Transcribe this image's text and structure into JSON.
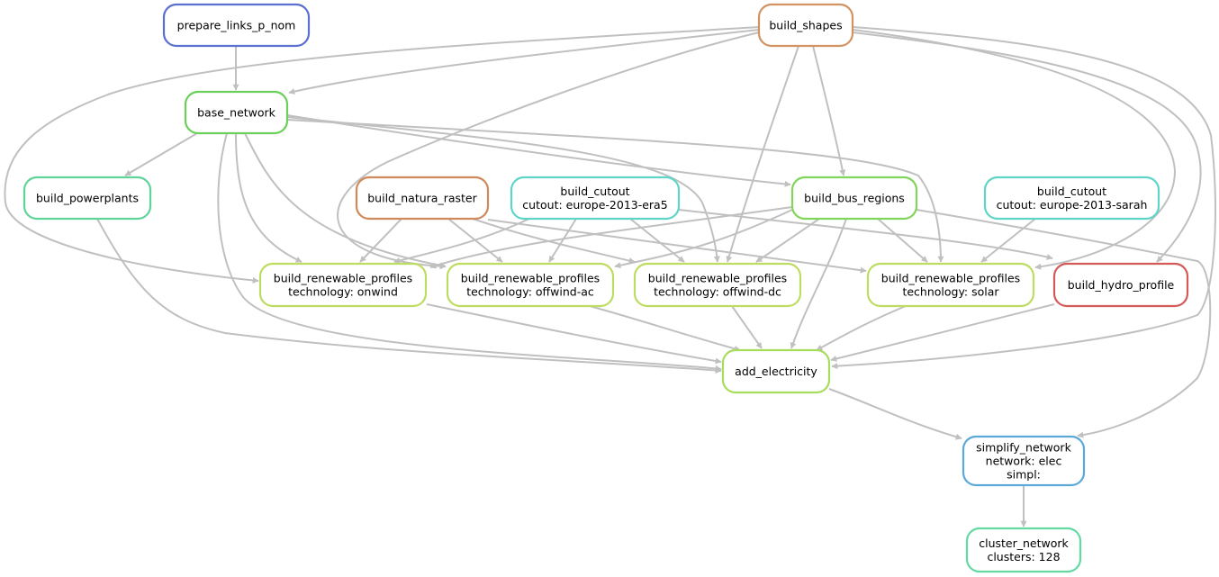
{
  "colors": {
    "edge": "#c0c0c0",
    "blue": "#5a6fd1",
    "orange": "#d39261",
    "green": "#6ad05a",
    "mint": "#5fd49a",
    "brown": "#cf8a5c",
    "teal": "#5fd5c8",
    "lime_green": "#7fd65a",
    "yellow_green": "#bfdc62",
    "red": "#d35a5a",
    "light_green": "#a8dc5c",
    "sky_blue": "#5aa9d8",
    "sea_green": "#64d9a2"
  },
  "nodes": [
    {
      "id": "prepare_links_p_nom",
      "lines": [
        "prepare_links_p_nom"
      ],
      "color": "blue"
    },
    {
      "id": "build_shapes",
      "lines": [
        "build_shapes"
      ],
      "color": "orange"
    },
    {
      "id": "base_network",
      "lines": [
        "base_network"
      ],
      "color": "green"
    },
    {
      "id": "build_powerplants",
      "lines": [
        "build_powerplants"
      ],
      "color": "mint"
    },
    {
      "id": "build_natura_raster",
      "lines": [
        "build_natura_raster"
      ],
      "color": "brown"
    },
    {
      "id": "build_cutout_era5",
      "lines": [
        "build_cutout",
        "cutout: europe-2013-era5"
      ],
      "color": "teal"
    },
    {
      "id": "build_bus_regions",
      "lines": [
        "build_bus_regions"
      ],
      "color": "lime_green"
    },
    {
      "id": "build_cutout_sarah",
      "lines": [
        "build_cutout",
        "cutout: europe-2013-sarah"
      ],
      "color": "teal"
    },
    {
      "id": "brp_onwind",
      "lines": [
        "build_renewable_profiles",
        "technology: onwind"
      ],
      "color": "yellow_green"
    },
    {
      "id": "brp_offwind_ac",
      "lines": [
        "build_renewable_profiles",
        "technology: offwind-ac"
      ],
      "color": "yellow_green"
    },
    {
      "id": "brp_offwind_dc",
      "lines": [
        "build_renewable_profiles",
        "technology: offwind-dc"
      ],
      "color": "yellow_green"
    },
    {
      "id": "brp_solar",
      "lines": [
        "build_renewable_profiles",
        "technology: solar"
      ],
      "color": "yellow_green"
    },
    {
      "id": "build_hydro_profile",
      "lines": [
        "build_hydro_profile"
      ],
      "color": "red"
    },
    {
      "id": "add_electricity",
      "lines": [
        "add_electricity"
      ],
      "color": "light_green"
    },
    {
      "id": "simplify_network",
      "lines": [
        "simplify_network",
        "network: elec",
        "simpl:"
      ],
      "color": "sky_blue"
    },
    {
      "id": "cluster_network",
      "lines": [
        "cluster_network",
        "clusters: 128"
      ],
      "color": "sea_green"
    }
  ],
  "edges": [
    [
      "prepare_links_p_nom",
      "base_network"
    ],
    [
      "build_shapes",
      "base_network"
    ],
    [
      "build_shapes",
      "build_bus_regions"
    ],
    [
      "build_shapes",
      "brp_onwind"
    ],
    [
      "build_shapes",
      "brp_offwind_ac"
    ],
    [
      "build_shapes",
      "brp_offwind_dc"
    ],
    [
      "build_shapes",
      "brp_solar"
    ],
    [
      "build_shapes",
      "build_hydro_profile"
    ],
    [
      "build_shapes",
      "add_electricity"
    ],
    [
      "base_network",
      "build_powerplants"
    ],
    [
      "base_network",
      "build_bus_regions"
    ],
    [
      "base_network",
      "brp_onwind"
    ],
    [
      "base_network",
      "brp_offwind_ac"
    ],
    [
      "base_network",
      "brp_offwind_dc"
    ],
    [
      "base_network",
      "brp_solar"
    ],
    [
      "base_network",
      "add_electricity"
    ],
    [
      "build_powerplants",
      "add_electricity"
    ],
    [
      "build_natura_raster",
      "brp_onwind"
    ],
    [
      "build_natura_raster",
      "brp_offwind_ac"
    ],
    [
      "build_natura_raster",
      "brp_offwind_dc"
    ],
    [
      "build_natura_raster",
      "brp_solar"
    ],
    [
      "build_cutout_era5",
      "brp_onwind"
    ],
    [
      "build_cutout_era5",
      "brp_offwind_ac"
    ],
    [
      "build_cutout_era5",
      "brp_offwind_dc"
    ],
    [
      "build_cutout_era5",
      "build_hydro_profile"
    ],
    [
      "build_bus_regions",
      "brp_onwind"
    ],
    [
      "build_bus_regions",
      "brp_offwind_ac"
    ],
    [
      "build_bus_regions",
      "brp_offwind_dc"
    ],
    [
      "build_bus_regions",
      "brp_solar"
    ],
    [
      "build_bus_regions",
      "add_electricity"
    ],
    [
      "build_bus_regions",
      "simplify_network"
    ],
    [
      "build_cutout_sarah",
      "brp_solar"
    ],
    [
      "brp_onwind",
      "add_electricity"
    ],
    [
      "brp_offwind_ac",
      "add_electricity"
    ],
    [
      "brp_offwind_dc",
      "add_electricity"
    ],
    [
      "brp_solar",
      "add_electricity"
    ],
    [
      "build_hydro_profile",
      "add_electricity"
    ],
    [
      "add_electricity",
      "simplify_network"
    ],
    [
      "simplify_network",
      "cluster_network"
    ]
  ]
}
